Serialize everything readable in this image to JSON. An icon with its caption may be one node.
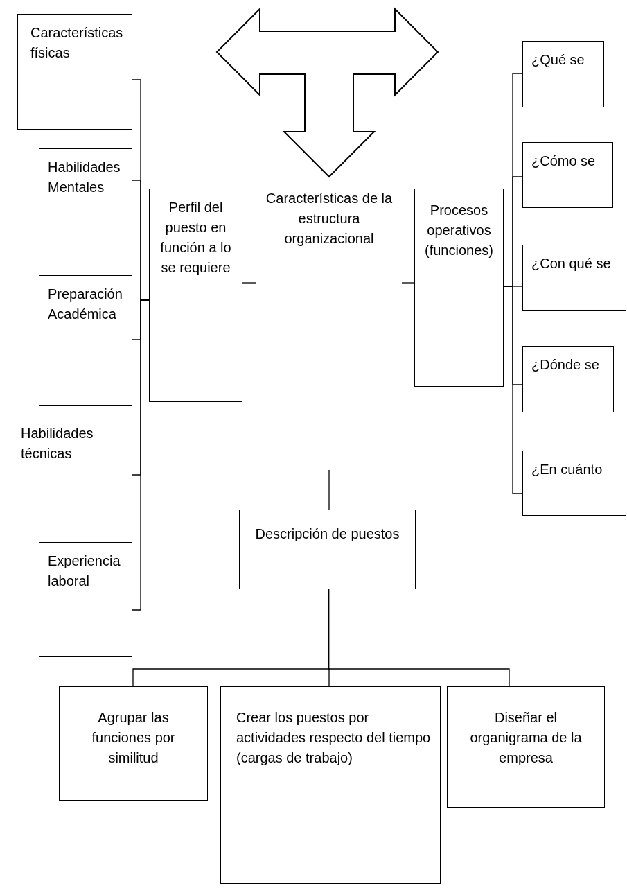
{
  "diagram": {
    "nodes": [
      {
        "text": [
          "Características físicas"
        ]
      },
      {
        "text": [
          "Habilidades Mentales"
        ]
      },
      {
        "text": [
          "Preparación Académica"
        ]
      },
      {
        "text": [
          "Habilidades técnicas"
        ]
      },
      {
        "text": [
          "Experiencia laboral"
        ]
      },
      {
        "text": [
          "Perfil del puesto en función a lo se requiere"
        ]
      },
      {
        "text": [
          "Características de la estructura organizacional"
        ]
      },
      {
        "text": [
          "Procesos operativos (funciones)"
        ]
      },
      {
        "text": [
          "¿Qué se"
        ]
      },
      {
        "text": [
          "¿Cómo se"
        ]
      },
      {
        "text": [
          "¿Con qué se"
        ]
      },
      {
        "text": [
          "¿Dónde se"
        ]
      },
      {
        "text": [
          "¿En cuánto"
        ]
      },
      {
        "text": [
          "Descripción de puestos"
        ]
      },
      {
        "text": [
          "Agrupar las funciones por similitud"
        ]
      },
      {
        "text": [
          "Crear los puestos por actividades respecto del tiempo (cargas de trabajo)"
        ]
      },
      {
        "text": [
          "Diseñar el organigrama de la empresa"
        ]
      }
    ],
    "edges": [
      {
        "from": 0,
        "to": 5,
        "arrow": "none"
      },
      {
        "from": 1,
        "to": 5,
        "arrow": "none"
      },
      {
        "from": 2,
        "to": 5,
        "arrow": "none"
      },
      {
        "from": 3,
        "to": 5,
        "arrow": "none"
      },
      {
        "from": 4,
        "to": 5,
        "arrow": "none"
      },
      {
        "from": 5,
        "to": 6,
        "arrow": "none"
      },
      {
        "from": 6,
        "to": 7,
        "arrow": "none"
      },
      {
        "from": 7,
        "to": 8,
        "arrow": "none"
      },
      {
        "from": 7,
        "to": 9,
        "arrow": "none"
      },
      {
        "from": 7,
        "to": 10,
        "arrow": "none"
      },
      {
        "from": 7,
        "to": 11,
        "arrow": "none"
      },
      {
        "from": 7,
        "to": 12,
        "arrow": "none"
      },
      {
        "from": null,
        "to": 13,
        "arrow": "none"
      },
      {
        "from": 13,
        "to": 14,
        "arrow": "none"
      },
      {
        "from": 13,
        "to": 15,
        "arrow": "none"
      },
      {
        "from": 13,
        "to": 16,
        "arrow": "none"
      }
    ]
  }
}
